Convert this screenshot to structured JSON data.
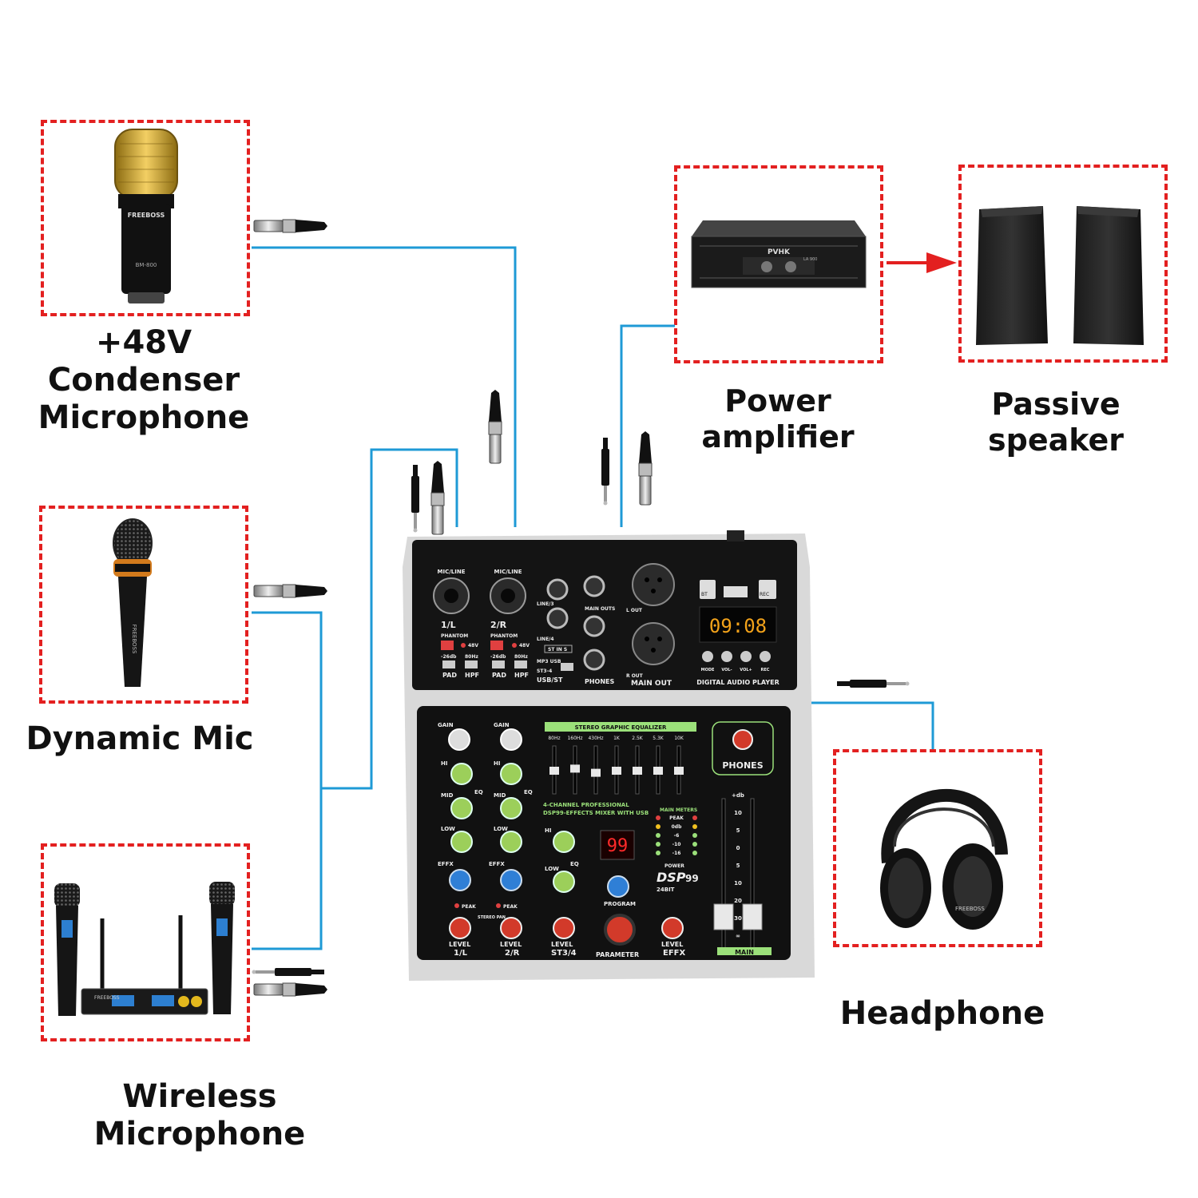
{
  "devices": {
    "condenser_mic": {
      "caption_lines": [
        "+48V",
        "Condenser",
        "Microphone"
      ],
      "brand": "FREEBOSS",
      "model": "BM-800"
    },
    "dynamic_mic": {
      "caption": "Dynamic Mic",
      "brand": "FREEBOSS"
    },
    "wireless_mic": {
      "caption": "Wireless Microphone",
      "brand": "FREEBOSS"
    },
    "power_amplifier": {
      "caption": "Power amplifier",
      "brand": "PVHK",
      "model": "LA 900"
    },
    "passive_speaker": {
      "caption": "Passive speaker"
    },
    "headphone": {
      "caption": "Headphone",
      "brand": "FREEBOSS"
    }
  },
  "mixer": {
    "ch1": {
      "label": "1/L",
      "jack": "MIC/LINE",
      "phantom": "PHANTOM",
      "v48": "48V",
      "pad": "PAD",
      "pad_val": "-26db",
      "hpf": "HPF",
      "hpf_val": "80Hz",
      "level": "LEVEL",
      "level_name": "1/L"
    },
    "ch2": {
      "label": "2/R",
      "jack": "MIC/LINE",
      "phantom": "PHANTOM",
      "v48": "48V",
      "pad": "PAD",
      "pad_val": "-26db",
      "hpf": "HPF",
      "hpf_val": "80Hz",
      "level": "LEVEL",
      "level_name": "2/R"
    },
    "line3": "LINE/3",
    "line4": "LINE/4",
    "stins": "ST IN S",
    "mp3usb": "MP3 USB",
    "st34": "ST3-4",
    "usbst": "USB/ST",
    "main_outs": "MAIN OUTS",
    "phones_jack": "PHONES",
    "lout": "L OUT",
    "rout": "R OUT",
    "main_out": "MAIN OUT",
    "player": {
      "label": "DIGITAL AUDIO PLAYER",
      "display": "09:08",
      "bt": "BT",
      "rec": "REC",
      "buttons": [
        "MODE",
        "VOL-",
        "VOL+",
        "REC"
      ]
    },
    "eq_title": "STEREO GRAPHIC EQUALIZER",
    "eq_bands": [
      "80Hz",
      "160Hz",
      "430Hz",
      "1K",
      "2.5K",
      "5.3K",
      "10K"
    ],
    "eq_levels": [
      0.5,
      0.55,
      0.45,
      0.5,
      0.5,
      0.5,
      0.5
    ],
    "gain": "GAIN",
    "hi": "HI",
    "mid": "MID",
    "low": "LOW",
    "eq": "EQ",
    "effx": "EFFX",
    "peak": "PEAK",
    "stereo_pan": "STEREO PAN",
    "product_line1": "4-CHANNEL PROFESSIONAL",
    "product_line2": "DSP99-EFFECTS MIXER WITH USB",
    "dsp_display": "99",
    "program": "PROGRAM",
    "parameter": "PARAMETER",
    "st34_level": "ST3/4",
    "effx_level": "EFFX",
    "phones": "PHONES",
    "meters_title": "MAIN METERS",
    "meters": [
      "PEAK",
      "0db",
      "-6",
      "-10",
      "-16"
    ],
    "power": "POWER",
    "dsp_logo": "DSP",
    "dsp_num": "99",
    "dsp_bit": "24BIT",
    "fader_scale": [
      "+db",
      "10",
      "5",
      "0",
      "5",
      "10",
      "20",
      "30",
      "∞"
    ],
    "main": "MAIN"
  },
  "colors": {
    "dash": "#e32020",
    "wire": "#1e9ad6",
    "arrow": "#e32020",
    "accent": "#9be07a"
  }
}
